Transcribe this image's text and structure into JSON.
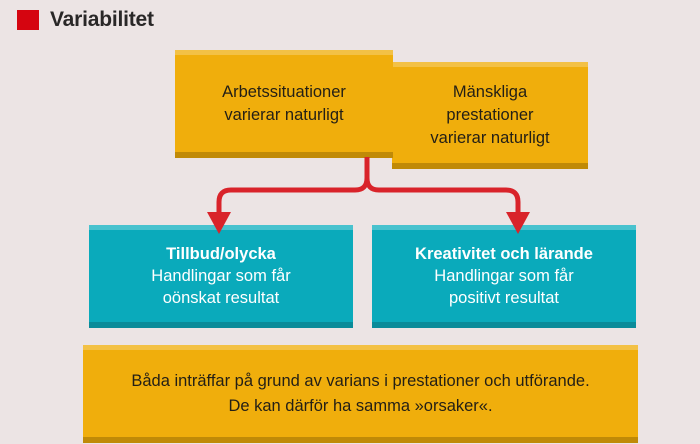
{
  "header": {
    "title": "Variabilitet",
    "marker_color": "#d50510"
  },
  "palette": {
    "background": "#ece4e4",
    "orange": "#f0ae0c",
    "orange_top_edge": "#f3c145",
    "orange_bottom_edge": "#c08a07",
    "teal": "#0aaabb",
    "teal_top_edge": "#49c2ce",
    "teal_bottom_edge": "#0a8b99",
    "connector_red": "#d9232a",
    "title_text": "#292727",
    "orange_text": "#231f16",
    "teal_text": "#ffffff"
  },
  "nodes": {
    "work_situations": {
      "lines": [
        "Arbetssituationer",
        "varierar naturligt"
      ]
    },
    "human_performance": {
      "lines": [
        "Mänskliga",
        "prestationer",
        "varierar naturligt"
      ]
    },
    "incident": {
      "title": "Tillbud/olycka",
      "lines": [
        "Handlingar som får",
        "oönskat resultat"
      ]
    },
    "creativity": {
      "title": "Kreativitet och lärande",
      "lines": [
        "Handlingar som får",
        "positivt resultat"
      ]
    },
    "summary": {
      "lines": [
        "Båda inträffar på grund av varians i prestationer och utförande.",
        "De kan därför ha samma »orsaker«."
      ]
    }
  },
  "connectors": {
    "left_arrow_label": "leads-to-incident",
    "right_arrow_label": "leads-to-creativity"
  }
}
